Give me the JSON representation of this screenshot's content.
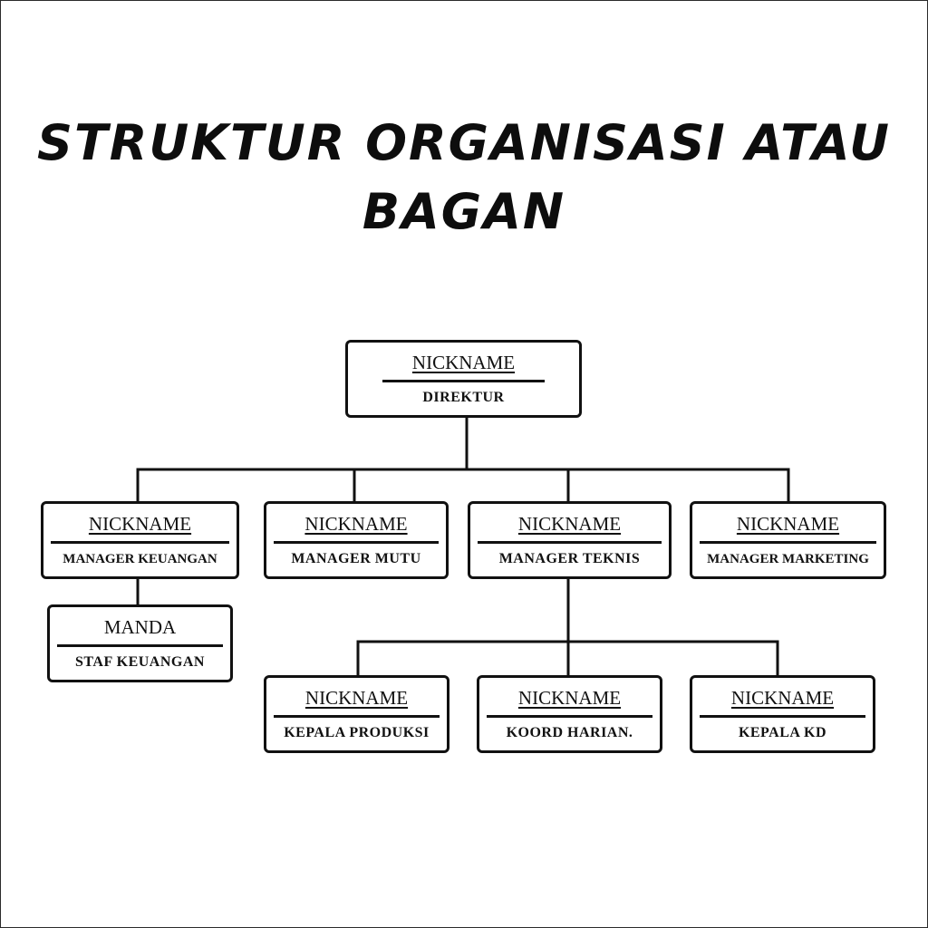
{
  "title": {
    "line1": "STRUKTUR ORGANISASI ATAU",
    "line2": "BAGAN"
  },
  "nodes": {
    "direktur": {
      "name": "NICKNAME",
      "role": "DIREKTUR"
    },
    "keuangan": {
      "name": "NICKNAME",
      "role": "MANAGER KEUANGAN"
    },
    "mutu": {
      "name": "NICKNAME",
      "role": "MANAGER MUTU"
    },
    "teknis": {
      "name": "NICKNAME",
      "role": "MANAGER TEKNIS"
    },
    "marketing": {
      "name": "NICKNAME",
      "role": "MANAGER MARKETING"
    },
    "staf": {
      "name": "MANDA",
      "role": "STAF KEUANGAN"
    },
    "produksi": {
      "name": "NICKNAME",
      "role": "KEPALA PRODUKSI"
    },
    "koord": {
      "name": "NICKNAME",
      "role": "KOORD HARIAN."
    },
    "kd": {
      "name": "NICKNAME",
      "role": "KEPALA KD"
    }
  }
}
